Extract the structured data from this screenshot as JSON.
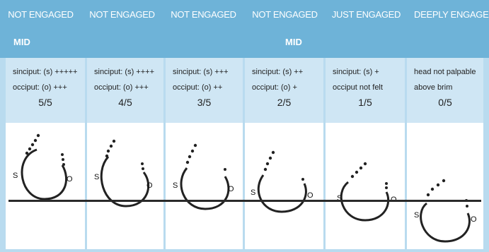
{
  "headers": [
    "NOT ENGAGED",
    "NOT ENGAGED",
    "NOT ENGAGED",
    "NOT ENGAGED",
    "JUST ENGAGED",
    "DEEPLY ENGAGED"
  ],
  "mid_labels": [
    "MID",
    "MID"
  ],
  "columns": [
    {
      "line1": "sinciput: (s) +++++",
      "line2": "occiput: (o) +++",
      "score": "5/5"
    },
    {
      "line1": "sinciput: (s) ++++",
      "line2": "occiput: (o)  +++",
      "score": "4/5"
    },
    {
      "line1": "sinciput: (s) +++",
      "line2": "occiput: (o) ++",
      "score": "3/5"
    },
    {
      "line1": "sinciput: (s) ++",
      "line2": "occiput: (o) +",
      "score": "2/5"
    },
    {
      "line1": "sinciput: (s) +",
      "line2": "occiput not felt",
      "score": "1/5"
    },
    {
      "line1": "head not palpable",
      "line2": "above brim",
      "score": "0/5"
    }
  ],
  "head_labels": {
    "s": "S",
    "o": "O"
  },
  "colors": {
    "header_bg": "#6eb3d8",
    "info_bg": "#cfe6f4",
    "frame": "#b9dbef",
    "line": "#2a2a2a"
  }
}
